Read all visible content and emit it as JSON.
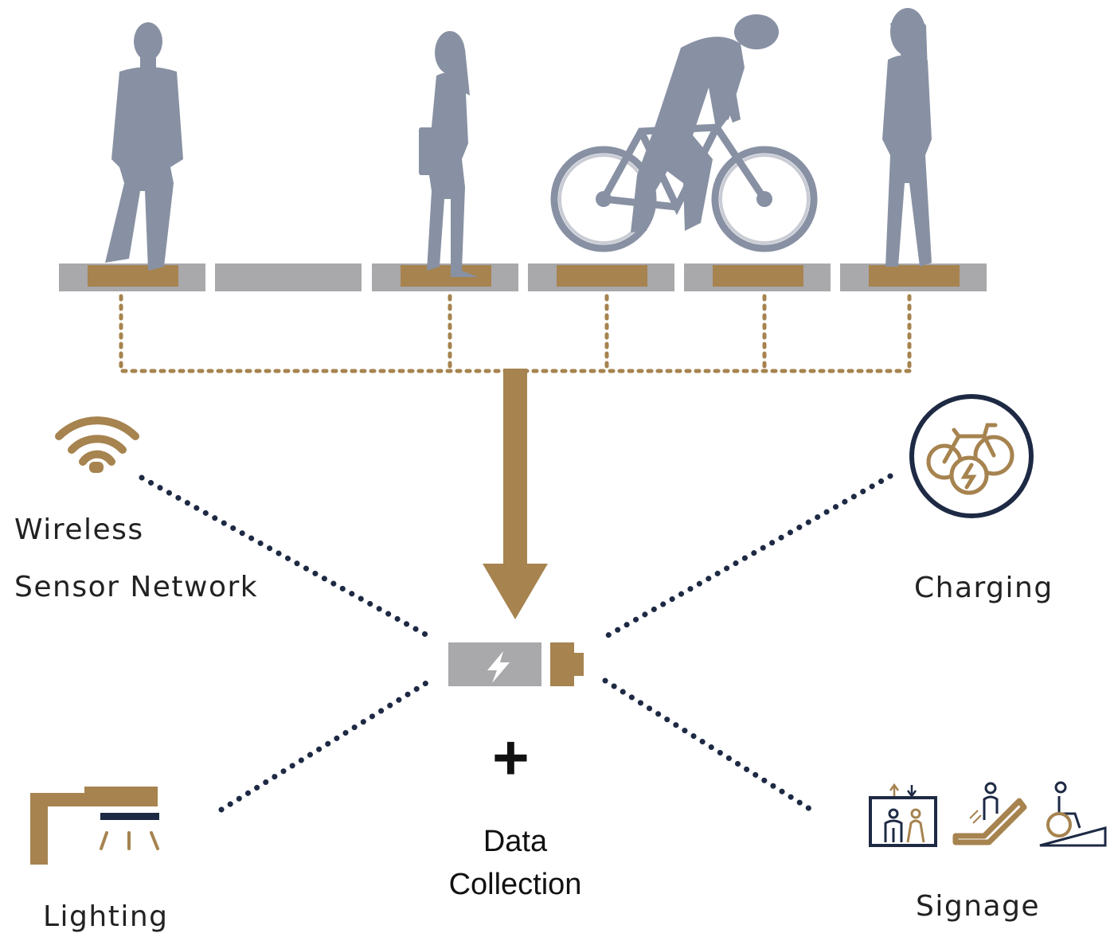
{
  "colors": {
    "silhouette": "#8891a3",
    "tile": "#a9a8ab",
    "tile_pad": "#a6834f",
    "gold": "#a6834f",
    "navy": "#1e2a44",
    "battery_body": "#a9a8ab"
  },
  "figures": [
    "standing-man",
    "walking-woman",
    "cyclist",
    "standing-woman"
  ],
  "icons": [
    "wifi-icon",
    "bike-charging-icon",
    "battery-icon",
    "lamp-icon",
    "elevator-icon",
    "escalator-icon",
    "ramp-icon"
  ],
  "labels": {
    "wireless_line1": "Wireless",
    "wireless_line2": "Sensor Network",
    "charging": "Charging",
    "lighting": "Lighting",
    "signage": "Signage",
    "plus": "+",
    "data_line1": "Data",
    "data_line2": "Collection"
  }
}
